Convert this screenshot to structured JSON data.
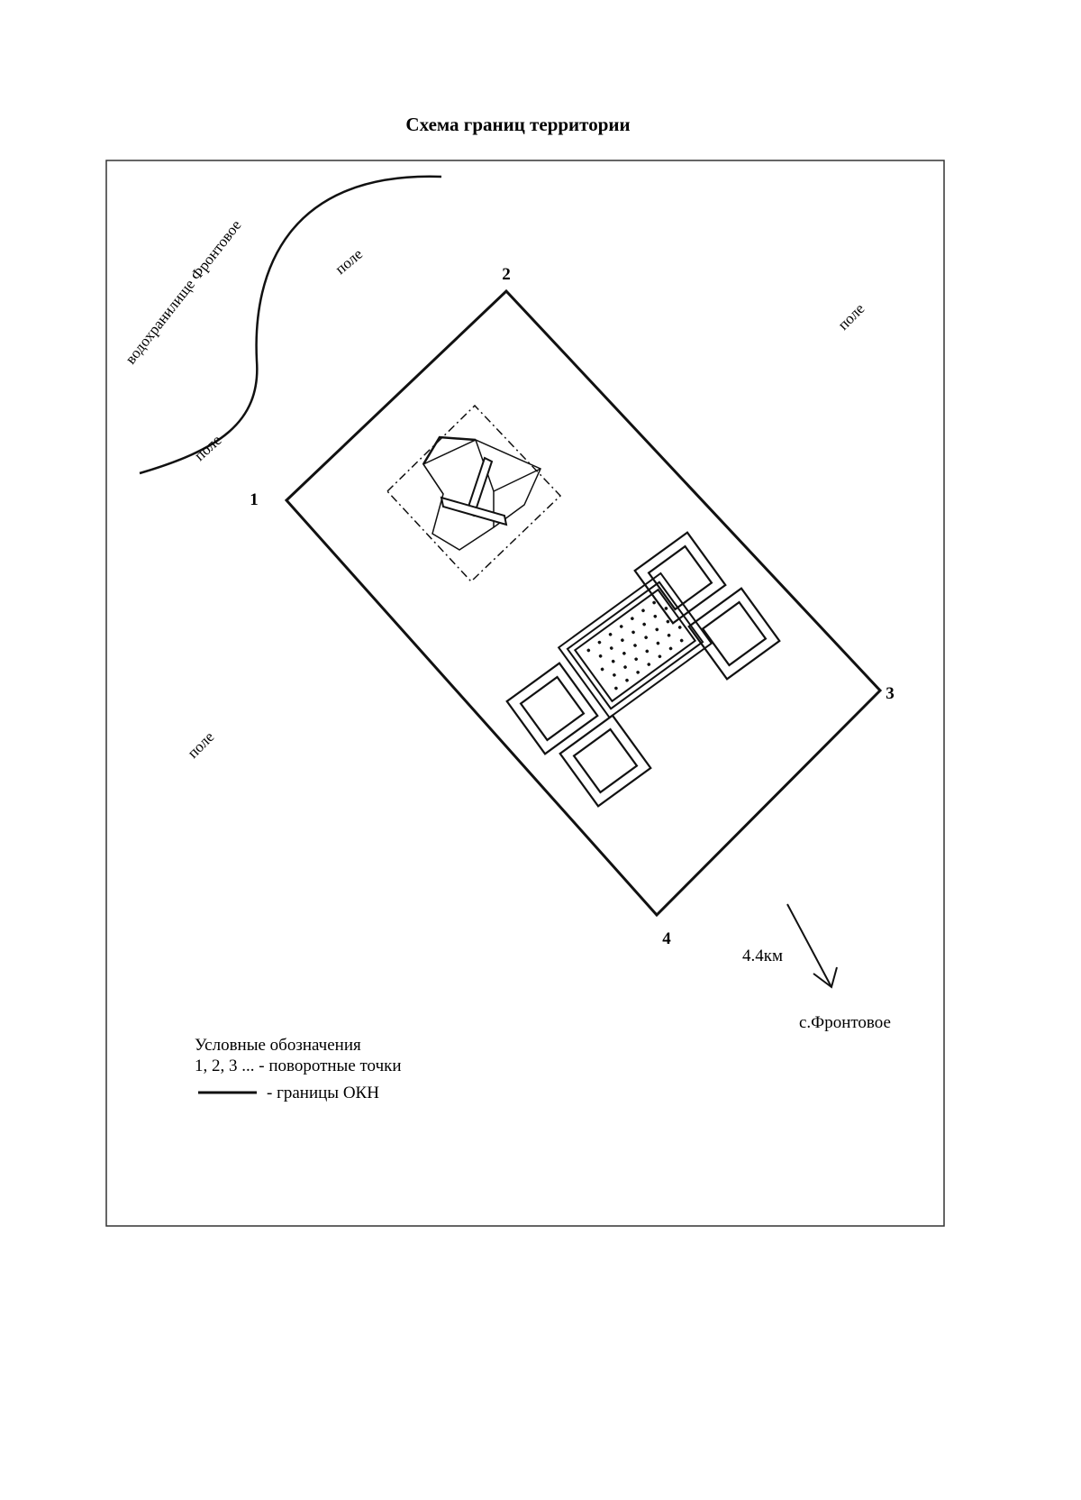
{
  "title": "Схема границ территории",
  "map_labels": {
    "reservoir": "водохранилище Фронтовое",
    "field_1": "поле",
    "field_2": "поле",
    "field_3": "поле",
    "field_4": "поле"
  },
  "turning_points": [
    "1",
    "2",
    "3",
    "4"
  ],
  "distance": {
    "value": "4.4км",
    "destination": "с.Фронтовое"
  },
  "legend": {
    "heading": "Условные обозначения",
    "points_item": "1, 2, 3 ... - поворотные точки",
    "boundary_item": "- границы ОКН"
  }
}
